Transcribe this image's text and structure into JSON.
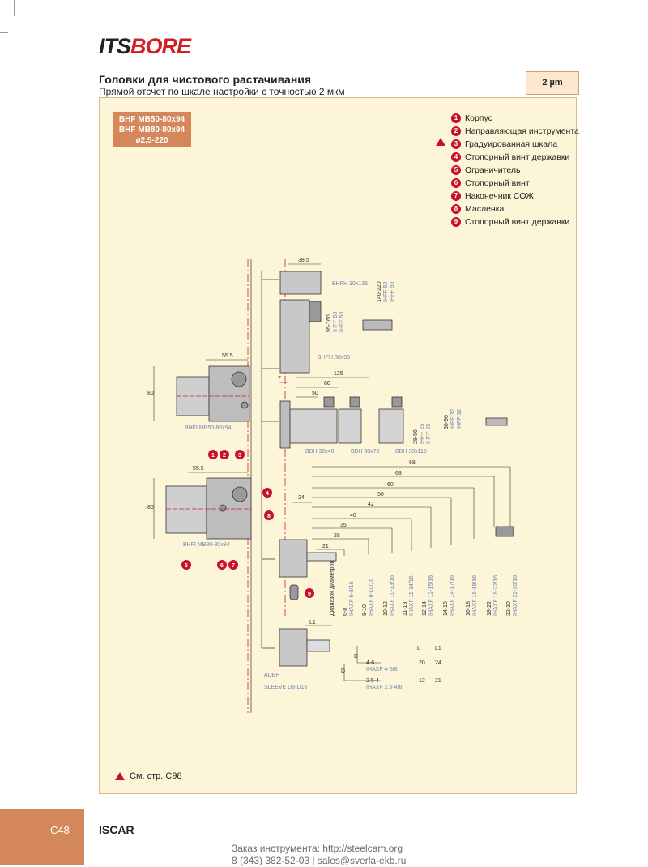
{
  "header": {
    "logo_prefix": "ITS",
    "logo_suffix": "BORE",
    "title": "Головки для чистового растачивания",
    "subtitle": "Прямой отсчет по шкале настройки с точностью 2 мкм",
    "precision": "2 µm"
  },
  "model_box": {
    "line1": "BHF MB50-80x94",
    "line2": "BHF MB80-80x94",
    "line3": "ø2,5-220"
  },
  "legend": [
    {
      "num": "1",
      "label": "Корпус"
    },
    {
      "num": "2",
      "label": "Направляющая инструмента"
    },
    {
      "num": "3",
      "label": "Градуированная шкала"
    },
    {
      "num": "4",
      "label": "Стопорный винт державки"
    },
    {
      "num": "5",
      "label": "Ограничитель"
    },
    {
      "num": "6",
      "label": "Стопорный винт"
    },
    {
      "num": "7",
      "label": "Наконечник СОЖ"
    },
    {
      "num": "8",
      "label": "Масленка"
    },
    {
      "num": "9",
      "label": "Стопорный винт державки"
    }
  ],
  "drawing": {
    "dim_38_5": "38.5",
    "dim_55_5": "55.5",
    "dim_80": "80",
    "dim_125": "125",
    "dim_7": "7",
    "dim_80b": "80",
    "dim_50": "50",
    "dim_68": "68",
    "dim_63": "63",
    "dim_60": "60",
    "dim_50b": "50",
    "dim_42": "42",
    "dim_40": "40",
    "dim_35": "35",
    "dim_28": "28",
    "dim_24": "24",
    "dim_21": "21",
    "bhfh135": "BHFH 30x135",
    "bhfh93": "BHFH 30x93",
    "bhfi50": "BHFI MB50-80x94",
    "bhfi80": "BHFI MB80-80x94",
    "bbh40": "BBH 30x40",
    "bbh70": "BBH 30x70",
    "bbh115": "BBH 30x115",
    "range_140_220": "140-220",
    "ihff50a": "IHFF 50",
    "ihff50b": "IHFF 50",
    "range_95_160": "95-160",
    "range_28_56": "28-56",
    "range_36_96": "36-96",
    "ihff25a": "IHFF 25",
    "ihff25b": "IHFF 25",
    "ihff32a": "IHFF 32",
    "ihff32b": "IHFF 32",
    "diam_range": "Диапазон диаметров",
    "inserts": [
      {
        "range": "6-8",
        "code": "IHAXF 6-8/16"
      },
      {
        "range": "8-10",
        "code": "IHAXF 8-10/16"
      },
      {
        "range": "10-12",
        "code": "IHAXF 10-13/16"
      },
      {
        "range": "11-13",
        "code": "IHAXF 11-14/16"
      },
      {
        "range": "12-14",
        "code": "IHAXF 12-15/16"
      },
      {
        "range": "14-16",
        "code": "IHAXF 14-17/16"
      },
      {
        "range": "16-18",
        "code": "IHAXF 16-19/16"
      },
      {
        "range": "18-22",
        "code": "IHAXF 18-22/16"
      },
      {
        "range": "22-30",
        "code": "IHAXF 22-30/16"
      }
    ],
    "l1": "L1",
    "table_l": "L",
    "table_l1": "L1",
    "d_label": "D",
    "d_label2": "D",
    "row1_range": "4-6",
    "row1_code": "IHAXF 4-6/8",
    "row1_l": "20",
    "row1_l1": "24",
    "row2_range": "2.5-4",
    "row2_code": "IHAXF 2.5-4/8",
    "row2_l": "12",
    "row2_l1": "21",
    "adbh": "ADBH",
    "sleeve": "SLEEVE D8-D16"
  },
  "callouts": [
    "1",
    "2",
    "3",
    "4",
    "5",
    "6",
    "7",
    "8",
    "9"
  ],
  "footer": {
    "see_page": "См. стр. С98",
    "page_num": "C48",
    "brand": "ISCAR",
    "order_line": "Заказ инструмента: http://steelcam.org",
    "contact_line": "8 (343) 382-52-03  |  sales@sverla-ekb.ru"
  },
  "colors": {
    "accent": "#d4875b",
    "panel": "#fdf5d8",
    "callout_red": "#c8102e",
    "label_blue": "#6f83b5"
  }
}
